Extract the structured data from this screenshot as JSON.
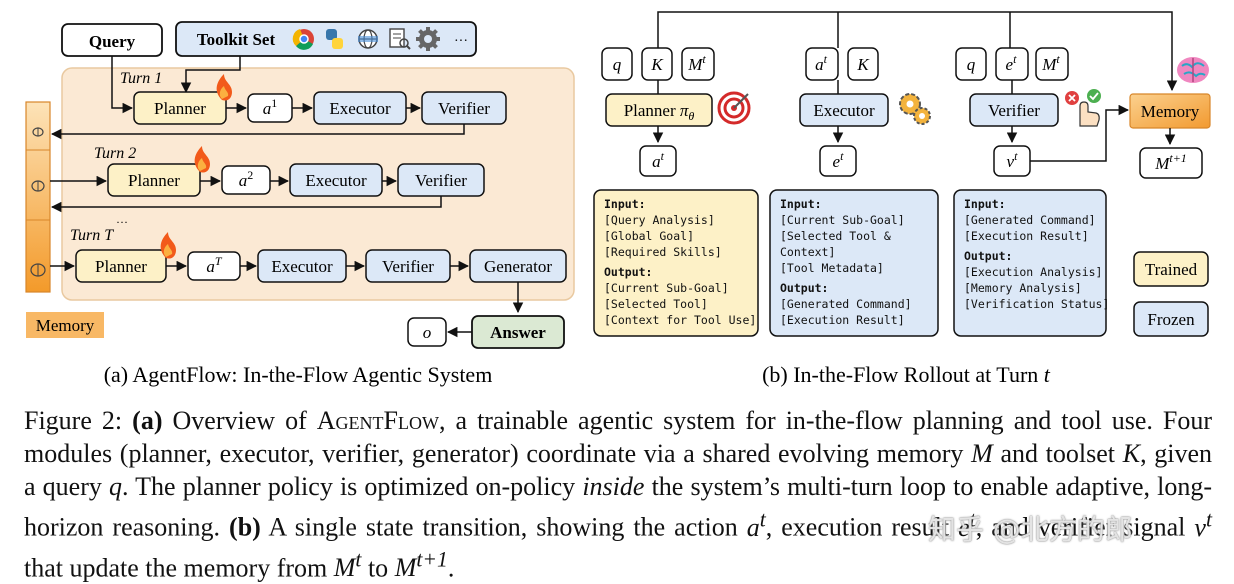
{
  "left": {
    "query": "Query",
    "toolkit_label": "Toolkit Set",
    "toolkit_ellipsis": "···",
    "turns": [
      {
        "label_prefix": "Turn",
        "label_var": "1",
        "action_base": "a",
        "action_sup": "1"
      },
      {
        "label_prefix": "Turn",
        "label_var": "2",
        "action_base": "a",
        "action_sup": "2"
      },
      {
        "label_prefix": "Turn",
        "label_var": "T",
        "action_base": "a",
        "action_sup": "T"
      }
    ],
    "turn_dots": "···",
    "planner": "Planner",
    "executor": "Executor",
    "verifier": "Verifier",
    "generator": "Generator",
    "answer": "Answer",
    "output_var": "o",
    "memory_label": "Memory",
    "caption": "(a) AgentFlow: In-the-Flow Agentic System"
  },
  "right": {
    "inputs_planner": [
      "q",
      "K",
      "M"
    ],
    "inputs_planner_sup": [
      "",
      "",
      "t"
    ],
    "inputs_executor": [
      "a",
      "K"
    ],
    "inputs_executor_sup": [
      "t",
      ""
    ],
    "inputs_verifier": [
      "q",
      "e",
      "M"
    ],
    "inputs_verifier_sup": [
      "",
      "t",
      "t"
    ],
    "planner_label": "Planner",
    "planner_policy": "π",
    "planner_policy_sub": "θ",
    "executor_label": "Executor",
    "verifier_label": "Verifier",
    "memory_label": "Memory",
    "out_planner": {
      "base": "a",
      "sup": "t"
    },
    "out_executor": {
      "base": "e",
      "sup": "t"
    },
    "out_verifier": {
      "base": "v",
      "sup": "t"
    },
    "out_memory": {
      "base": "M",
      "sup": "t+1"
    },
    "planner_card": {
      "input_title": "Input:",
      "inputs": [
        "[Query Analysis]",
        "[Global Goal]",
        "[Required Skills]"
      ],
      "output_title": "Output:",
      "outputs": [
        "[Current Sub-Goal]",
        "[Selected Tool]",
        "[Context for Tool Use]"
      ]
    },
    "executor_card": {
      "input_title": "Input:",
      "inputs": [
        "[Current Sub-Goal]",
        "[Selected Tool &",
        "Context]",
        "[Tool Metadata]"
      ],
      "output_title": "Output:",
      "outputs": [
        "[Generated Command]",
        "[Execution Result]"
      ]
    },
    "verifier_card": {
      "input_title": "Input:",
      "inputs": [
        "[Generated Command]",
        "[Execution Result]"
      ],
      "output_title": "Output:",
      "outputs": [
        "[Execution Analysis]",
        "[Memory Analysis]",
        "[Verification Status]"
      ]
    },
    "legend_trained": "Trained",
    "legend_frozen": "Frozen",
    "caption_prefix": "(b) In-the-Flow Rollout at Turn",
    "caption_var": "t"
  },
  "figure_caption": {
    "fig_label": "Figure 2:",
    "part_a": "(a)",
    "t1": "Overview of",
    "name": "AgentFlow",
    "t2": ", a trainable agentic system for in-the-flow planning and tool use. Four modules (planner, executor, verifier, generator) coordinate via a shared evolving memory",
    "M": "M",
    "t3": "and toolset",
    "K": "K",
    "t4": ", given a query",
    "q": "q",
    "t5": ". The planner policy is optimized on-policy",
    "inside": "inside",
    "t6": "the system’s multi-turn loop to enable adaptive, long-horizon reasoning.",
    "part_b": "(b)",
    "t7": "A single state transition, showing the action",
    "t8": ", execution result",
    "t9": ", and verifier signal",
    "t10": "that update the memory from",
    "t11": "to",
    "end": "."
  },
  "watermark": "知乎 @北方的郎",
  "colors": {
    "trained": "#fdf1c7",
    "frozen": "#dce8f7",
    "memory": "#f4a640",
    "turn_panel": "#fbe9d4",
    "answer": "#dbe9d3",
    "toolkit": "#dce8f7"
  }
}
